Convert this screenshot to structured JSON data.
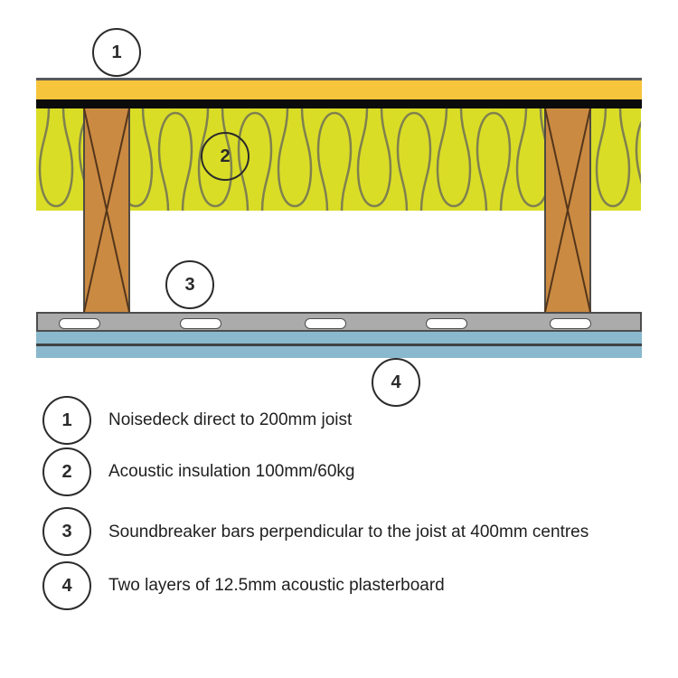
{
  "diagram": {
    "callouts": [
      {
        "num": "1"
      },
      {
        "num": "2"
      },
      {
        "num": "3"
      },
      {
        "num": "4"
      }
    ]
  },
  "legend": {
    "items": [
      {
        "num": "1",
        "text": "Noisedeck direct to 200mm joist"
      },
      {
        "num": "2",
        "text": "Acoustic insulation 100mm/60kg"
      },
      {
        "num": "3",
        "text": "Soundbreaker bars perpendicular to the joist at 400mm centres"
      },
      {
        "num": "4",
        "text": "Two layers of 12.5mm acoustic plasterboard"
      }
    ]
  },
  "colors": {
    "deck_yellow": "#F7C53C",
    "membrane_black": "#0B0B0B",
    "insulation_yellow": "#DADD26",
    "insulation_line": "#7F814E",
    "joist_brown": "#CB8A42",
    "joist_line": "#54361B",
    "bar_gray": "#ABABAB",
    "bar_outline": "#4D4D4D",
    "plasterboard_blue": "#8AB8CD",
    "outline_dark": "#3F4245",
    "text": "#1F1F1F"
  }
}
